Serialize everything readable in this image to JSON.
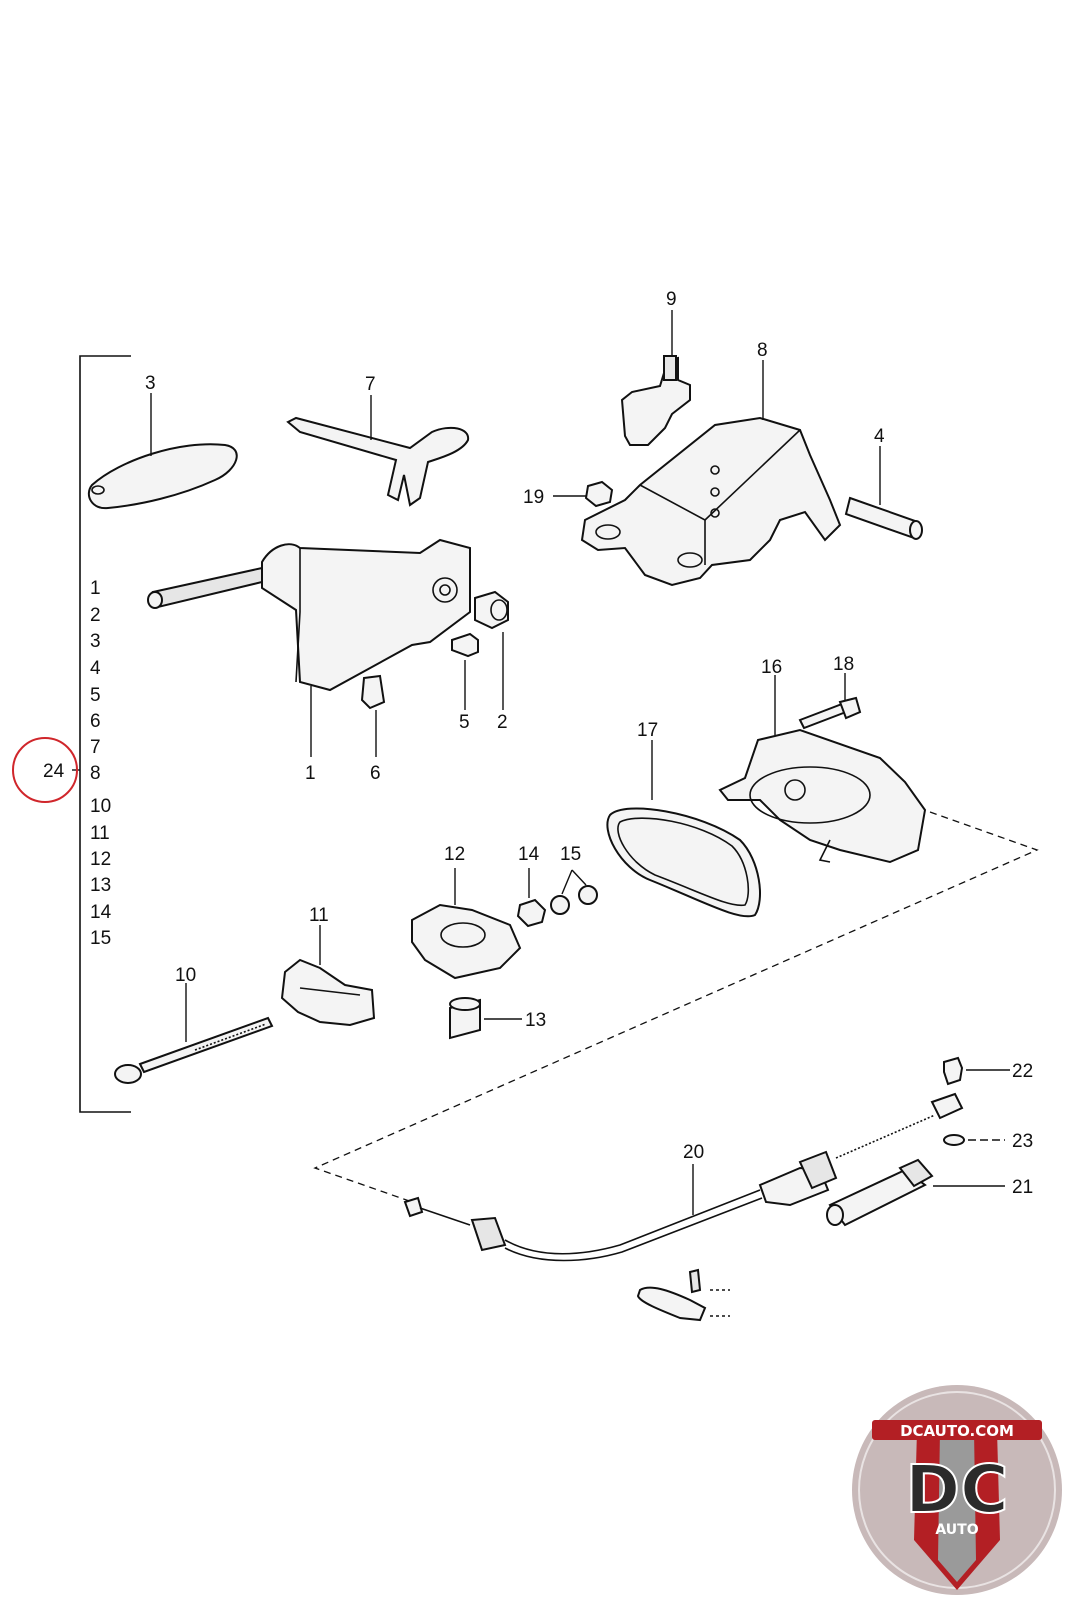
{
  "callouts": {
    "c1": "1",
    "c2": "2",
    "c3": "3",
    "c4": "4",
    "c5": "5",
    "c6": "6",
    "c7": "7",
    "c8": "8",
    "c9": "9",
    "c10": "10",
    "c11": "11",
    "c12": "12",
    "c13": "13",
    "c14": "14",
    "c15": "15",
    "c16": "16",
    "c17": "17",
    "c18": "18",
    "c19": "19",
    "c20": "20",
    "c21": "21",
    "c22": "22",
    "c23": "23"
  },
  "assembly_list": {
    "group_number": "24",
    "items": [
      "1",
      "2",
      "3",
      "4",
      "5",
      "6",
      "7",
      "8",
      "10",
      "11",
      "12",
      "13",
      "14",
      "15"
    ]
  },
  "logo": {
    "site": "DCAUTO.COM",
    "letters": "DC",
    "word": "AUTO",
    "colors": {
      "ring": "#c8b9b9",
      "red": "#b31f24",
      "dark": "#2b2b2b",
      "silver": "#9a9a9a"
    }
  }
}
